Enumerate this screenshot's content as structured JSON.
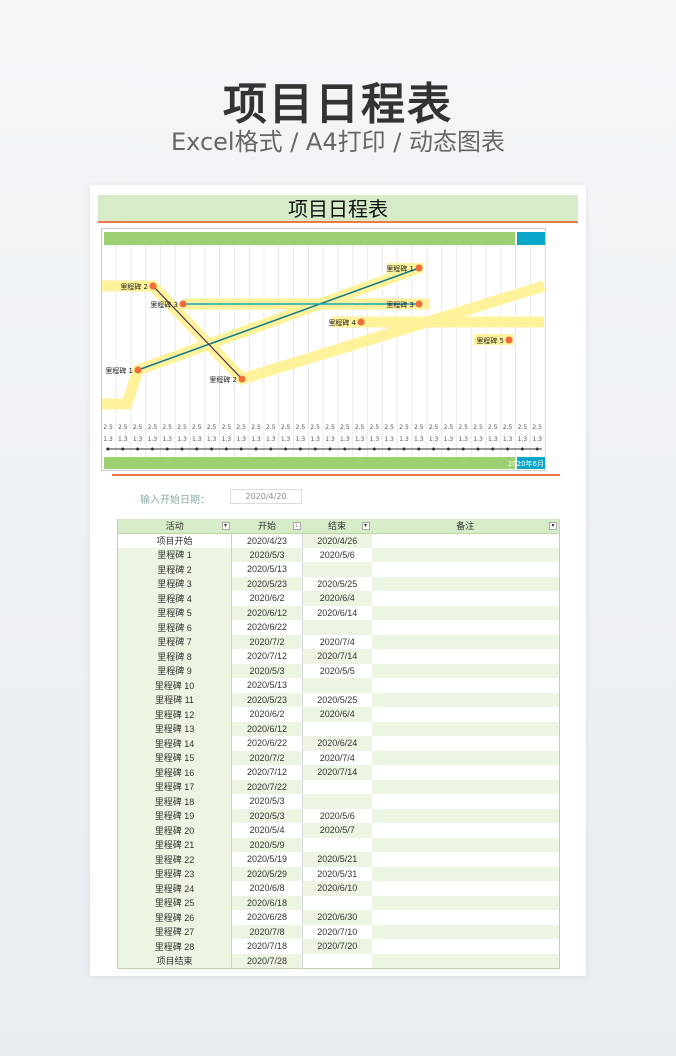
{
  "header": {
    "title": "项目日程表",
    "subtitle": "Excel格式 / A4打印 / 动态图表"
  },
  "sheet": {
    "title": "项目日程表",
    "start_label": "输入开始日期：",
    "start_value": "2020/4/20"
  },
  "chart": {
    "month_label": "2020年6月",
    "colors": {
      "band": "#fff29a",
      "bar": "#9ccf6f",
      "accent": "#0aa6c8",
      "dot": "#f26b3a"
    },
    "milestone_labels": [
      "里程碑 1",
      "里程碑 2",
      "里程碑 3",
      "里程碑 3",
      "里程碑 4",
      "里程碑 5",
      "里程碑 1",
      "里程碑 2"
    ],
    "tick_top": "2.5",
    "tick_bottom": "1.3"
  },
  "table": {
    "headers": [
      "活动",
      "开始",
      "结束",
      "备注"
    ],
    "rows": [
      [
        "项目开始",
        "2020/4/23",
        "2020/4/26"
      ],
      [
        "里程碑 1",
        "2020/5/3",
        "2020/5/6"
      ],
      [
        "里程碑 2",
        "2020/5/13",
        ""
      ],
      [
        "里程碑 3",
        "2020/5/23",
        "2020/5/25"
      ],
      [
        "里程碑 4",
        "2020/6/2",
        "2020/6/4"
      ],
      [
        "里程碑 5",
        "2020/6/12",
        "2020/6/14"
      ],
      [
        "里程碑 6",
        "2020/6/22",
        ""
      ],
      [
        "里程碑 7",
        "2020/7/2",
        "2020/7/4"
      ],
      [
        "里程碑 8",
        "2020/7/12",
        "2020/7/14"
      ],
      [
        "里程碑 9",
        "2020/5/3",
        "2020/5/5"
      ],
      [
        "里程碑 10",
        "2020/5/13",
        ""
      ],
      [
        "里程碑 11",
        "2020/5/23",
        "2020/5/25"
      ],
      [
        "里程碑 12",
        "2020/6/2",
        "2020/6/4"
      ],
      [
        "里程碑 13",
        "2020/6/12",
        ""
      ],
      [
        "里程碑 14",
        "2020/6/22",
        "2020/6/24"
      ],
      [
        "里程碑 15",
        "2020/7/2",
        "2020/7/4"
      ],
      [
        "里程碑 16",
        "2020/7/12",
        "2020/7/14"
      ],
      [
        "里程碑 17",
        "2020/7/22",
        ""
      ],
      [
        "里程碑 18",
        "2020/5/3",
        ""
      ],
      [
        "里程碑 19",
        "2020/5/3",
        "2020/5/6"
      ],
      [
        "里程碑 20",
        "2020/5/4",
        "2020/5/7"
      ],
      [
        "里程碑 21",
        "2020/5/9",
        ""
      ],
      [
        "里程碑 22",
        "2020/5/19",
        "2020/5/21"
      ],
      [
        "里程碑 23",
        "2020/5/29",
        "2020/5/31"
      ],
      [
        "里程碑 24",
        "2020/6/8",
        "2020/6/10"
      ],
      [
        "里程碑 25",
        "2020/6/18",
        ""
      ],
      [
        "里程碑 26",
        "2020/6/28",
        "2020/6/30"
      ],
      [
        "里程碑 27",
        "2020/7/8",
        "2020/7/10"
      ],
      [
        "里程碑 28",
        "2020/7/18",
        "2020/7/20"
      ],
      [
        "项目结束",
        "2020/7/28",
        ""
      ]
    ]
  }
}
